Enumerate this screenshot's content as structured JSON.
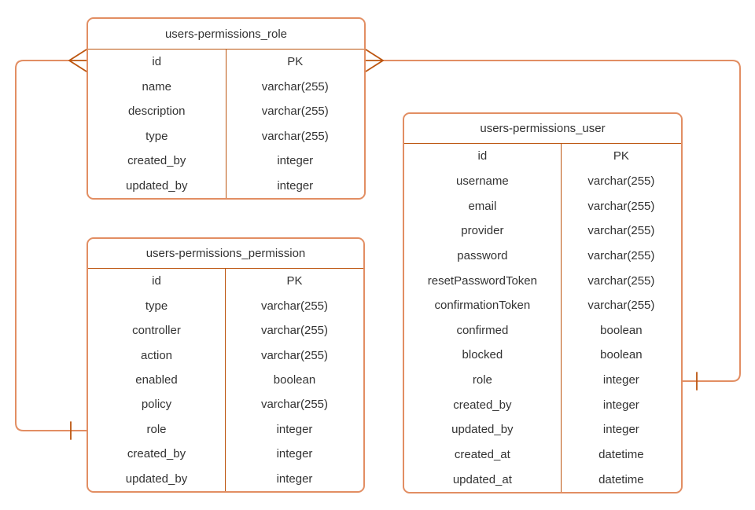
{
  "diagram": {
    "type": "entity-relationship",
    "notation": "crows-foot",
    "colors": {
      "stroke_light": "#E28E63",
      "stroke_dark": "#BC550F",
      "text": "#333333",
      "background": "#ffffff"
    },
    "tables": [
      {
        "id": "role",
        "title": "users-permissions_role",
        "fields": [
          {
            "name": "id",
            "type": "PK"
          },
          {
            "name": "name",
            "type": "varchar(255)"
          },
          {
            "name": "description",
            "type": "varchar(255)"
          },
          {
            "name": "type",
            "type": "varchar(255)"
          },
          {
            "name": "created_by",
            "type": "integer"
          },
          {
            "name": "updated_by",
            "type": "integer"
          }
        ]
      },
      {
        "id": "permission",
        "title": "users-permissions_permission",
        "fields": [
          {
            "name": "id",
            "type": "PK"
          },
          {
            "name": "type",
            "type": "varchar(255)"
          },
          {
            "name": "controller",
            "type": "varchar(255)"
          },
          {
            "name": "action",
            "type": "varchar(255)"
          },
          {
            "name": "enabled",
            "type": "boolean"
          },
          {
            "name": "policy",
            "type": "varchar(255)"
          },
          {
            "name": "role",
            "type": "integer"
          },
          {
            "name": "created_by",
            "type": "integer"
          },
          {
            "name": "updated_by",
            "type": "integer"
          }
        ]
      },
      {
        "id": "user",
        "title": "users-permissions_user",
        "fields": [
          {
            "name": "id",
            "type": "PK"
          },
          {
            "name": "username",
            "type": "varchar(255)"
          },
          {
            "name": "email",
            "type": "varchar(255)"
          },
          {
            "name": "provider",
            "type": "varchar(255)"
          },
          {
            "name": "password",
            "type": "varchar(255)"
          },
          {
            "name": "resetPasswordToken",
            "type": "varchar(255)"
          },
          {
            "name": "confirmationToken",
            "type": "varchar(255)"
          },
          {
            "name": "confirmed",
            "type": "boolean"
          },
          {
            "name": "blocked",
            "type": "boolean"
          },
          {
            "name": "role",
            "type": "integer"
          },
          {
            "name": "created_by",
            "type": "integer"
          },
          {
            "name": "updated_by",
            "type": "integer"
          },
          {
            "name": "created_at",
            "type": "datetime"
          },
          {
            "name": "updated_at",
            "type": "datetime"
          }
        ]
      }
    ],
    "relationships": [
      {
        "from_table": "users-permissions_role",
        "from_field": "id",
        "from_marker": "crow-foot-many",
        "to_table": "users-permissions_permission",
        "to_field": "role",
        "to_marker": "one"
      },
      {
        "from_table": "users-permissions_role",
        "from_field": "id",
        "from_marker": "crow-foot-many",
        "to_table": "users-permissions_user",
        "to_field": "role",
        "to_marker": "one"
      }
    ]
  }
}
